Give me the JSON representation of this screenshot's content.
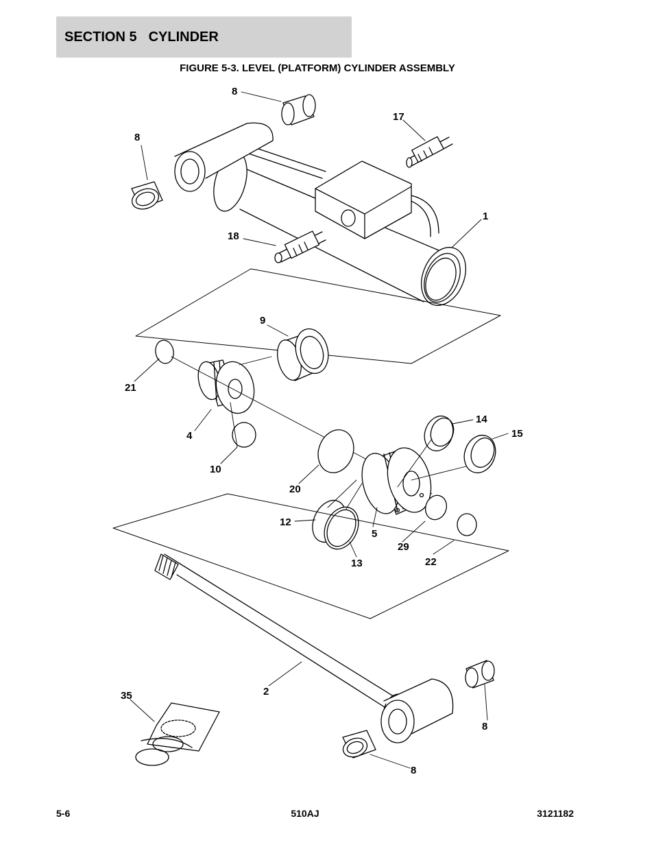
{
  "header": {
    "section": "SECTION 5",
    "title": "CYLINDER"
  },
  "figure": {
    "title": "FIGURE 5-3. LEVEL (PLATFORM) CYLINDER ASSEMBLY",
    "callouts": [
      {
        "id": "c8a",
        "label": "8"
      },
      {
        "id": "c8b",
        "label": "8"
      },
      {
        "id": "c17",
        "label": "17"
      },
      {
        "id": "c1",
        "label": "1"
      },
      {
        "id": "c18",
        "label": "18"
      },
      {
        "id": "c9",
        "label": "9"
      },
      {
        "id": "c21",
        "label": "21"
      },
      {
        "id": "c4",
        "label": "4"
      },
      {
        "id": "c10",
        "label": "10"
      },
      {
        "id": "c14",
        "label": "14"
      },
      {
        "id": "c15",
        "label": "15"
      },
      {
        "id": "c20",
        "label": "20"
      },
      {
        "id": "c12",
        "label": "12"
      },
      {
        "id": "c5",
        "label": "5"
      },
      {
        "id": "c29",
        "label": "29"
      },
      {
        "id": "c13",
        "label": "13"
      },
      {
        "id": "c22",
        "label": "22"
      },
      {
        "id": "c2",
        "label": "2"
      },
      {
        "id": "c35",
        "label": "35"
      },
      {
        "id": "c8c",
        "label": "8"
      },
      {
        "id": "c8d",
        "label": "8"
      }
    ]
  },
  "footer": {
    "page": "5-6",
    "model": "510AJ",
    "doc_number": "3121182"
  }
}
